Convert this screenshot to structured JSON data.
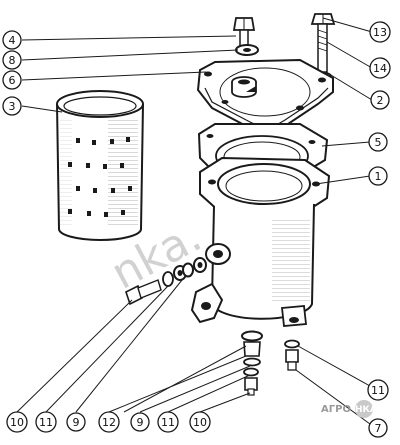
{
  "callouts": [
    {
      "id": "c4",
      "label": "4"
    },
    {
      "id": "c8",
      "label": "8"
    },
    {
      "id": "c6",
      "label": "6"
    },
    {
      "id": "c3",
      "label": "3"
    },
    {
      "id": "c13",
      "label": "13"
    },
    {
      "id": "c14",
      "label": "14"
    },
    {
      "id": "c2",
      "label": "2"
    },
    {
      "id": "c5",
      "label": "5"
    },
    {
      "id": "c1",
      "label": "1"
    },
    {
      "id": "b10a",
      "label": "10"
    },
    {
      "id": "b11a",
      "label": "11"
    },
    {
      "id": "b9a",
      "label": "9"
    },
    {
      "id": "b12",
      "label": "12"
    },
    {
      "id": "b9b",
      "label": "9"
    },
    {
      "id": "b11b",
      "label": "11"
    },
    {
      "id": "b10b",
      "label": "10"
    },
    {
      "id": "r11",
      "label": "11"
    },
    {
      "id": "r7",
      "label": "7"
    }
  ],
  "watermark": {
    "text": "nka.",
    "brand_left": "АГРО",
    "brand_right": "НКА"
  },
  "colors": {
    "ink": "#1a1a1a",
    "paper": "#ffffff",
    "watermark_gray": "#9a9a9a",
    "brand_accent": "#8a8a8a"
  }
}
